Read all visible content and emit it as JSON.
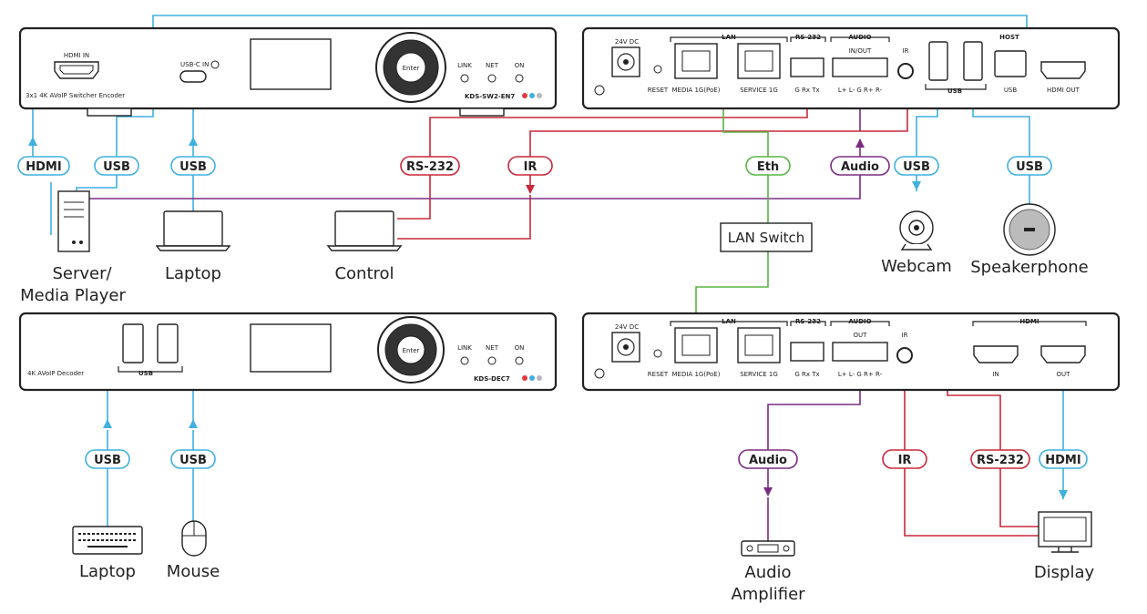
{
  "encoder": {
    "model": "KDS-SW2-EN7",
    "description": "3x1 4K AVoIP Switcher Encoder",
    "hdmi_in": "HDMI IN",
    "usbc_in": "USB-C IN",
    "enter": "Enter",
    "leds": [
      "LINK",
      "NET",
      "ON"
    ]
  },
  "decoder": {
    "model": "KDS-DEC7",
    "description": "4K AVoIP Decoder",
    "usb": "USB",
    "enter": "Enter",
    "leds": [
      "LINK",
      "NET",
      "ON"
    ]
  },
  "encoder_rear": {
    "dc": "24V DC",
    "reset": "RESET",
    "lan": "LAN",
    "media": "MEDIA 1G(PoE)",
    "service": "SERVICE 1G",
    "rs232": "RS-232",
    "rs232_pins": "G  Rx  Tx",
    "audio": "AUDIO",
    "audio_mode": "IN/OUT",
    "audio_pins": "L+  L-  G  R+  R-",
    "ir": "IR",
    "usb": "USB",
    "host": "HOST",
    "usb_b": "USB",
    "hdmi_out": "HDMI OUT"
  },
  "decoder_rear": {
    "dc": "24V DC",
    "reset": "RESET",
    "lan": "LAN",
    "media": "MEDIA 1G(PoE)",
    "service": "SERVICE 1G",
    "rs232": "RS-232",
    "rs232_pins": "G  Rx  Tx",
    "audio": "AUDIO",
    "audio_mode": "OUT",
    "audio_pins": "L+  L-  G  R+  R-",
    "ir": "IR",
    "hdmi": "HDMI",
    "hdmi_in": "IN",
    "hdmi_out": "OUT"
  },
  "connections": {
    "hdmi": "HDMI",
    "usb": "USB",
    "rs232": "RS-232",
    "ir": "IR",
    "eth": "Eth",
    "audio": "Audio"
  },
  "labels": {
    "server1": "Server/",
    "server2": "Media Player",
    "laptop": "Laptop",
    "control": "Control",
    "lan_switch": "LAN Switch",
    "webcam": "Webcam",
    "speakerphone": "Speakerphone",
    "laptop2": "Laptop",
    "mouse": "Mouse",
    "amp1": "Audio",
    "amp2": "Amplifier",
    "display": "Display"
  },
  "colors": {
    "usb_hdmi": "#3fb0e0",
    "control": "#c82839",
    "audio": "#7a2d80",
    "ethernet": "#5ab443",
    "led_red": "#e23b3b",
    "led_blue": "#3fb0e0",
    "led_gray": "#b9b9b9"
  }
}
